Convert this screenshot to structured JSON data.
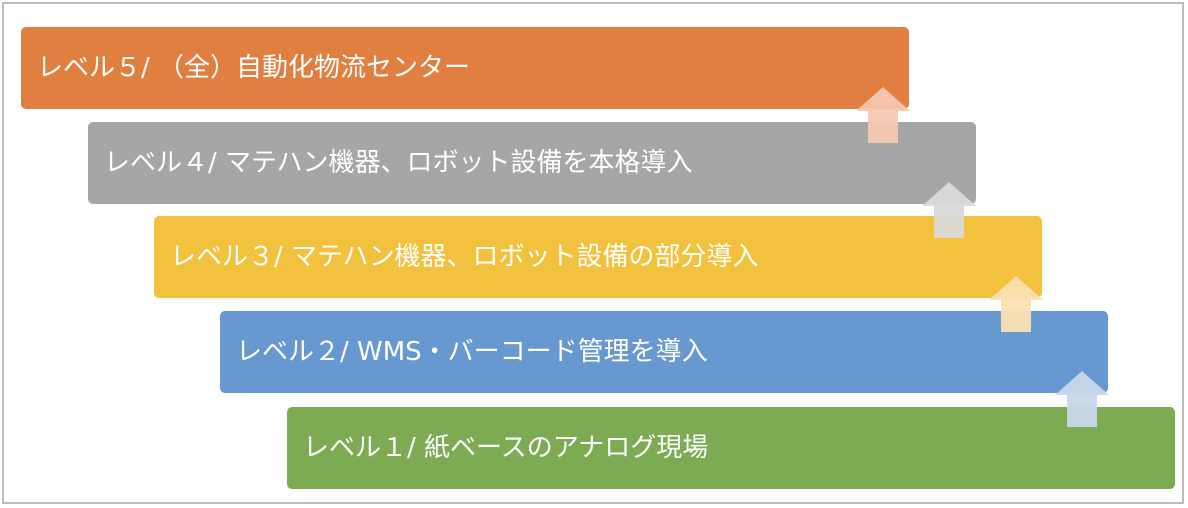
{
  "levels": [
    {
      "id": 5,
      "label": "レベル５/ （全）自動化物流センター",
      "color": "#e07f3f"
    },
    {
      "id": 4,
      "label": "レベル４/ マテハン機器、ロボット設備を本格導入",
      "color": "#a6a6a6"
    },
    {
      "id": 3,
      "label": "レベル３/ マテハン機器、ロボット設備の部分導入",
      "color": "#f2c13e"
    },
    {
      "id": 2,
      "label": "レベル２/ WMS・バーコード管理を導入",
      "color": "#6798d0"
    },
    {
      "id": 1,
      "label": "レベル１/ 紙ベースのアナログ現場",
      "color": "#7dab53"
    }
  ],
  "arrows": [
    {
      "name": "arrow-up-icon",
      "color": "#f4c8b0"
    },
    {
      "name": "arrow-up-icon",
      "color": "#d9d9d9"
    },
    {
      "name": "arrow-up-icon",
      "color": "#fbe0b0"
    },
    {
      "name": "arrow-up-icon",
      "color": "#c9d7ea"
    }
  ]
}
